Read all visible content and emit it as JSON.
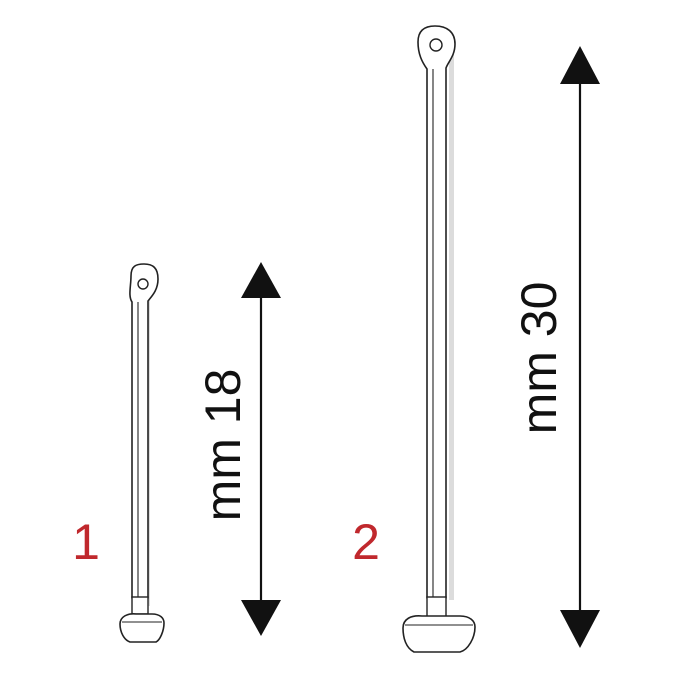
{
  "items": [
    {
      "index_label": "1",
      "measure_label": "mm 18"
    },
    {
      "index_label": "2",
      "measure_label": "mm 30"
    }
  ],
  "colors": {
    "background": "#ffffff",
    "outline": "#222222",
    "fill": "#ffffff",
    "shadow": "#d9d9d9",
    "index_text": "#c0282d",
    "measure_text": "#111111"
  }
}
